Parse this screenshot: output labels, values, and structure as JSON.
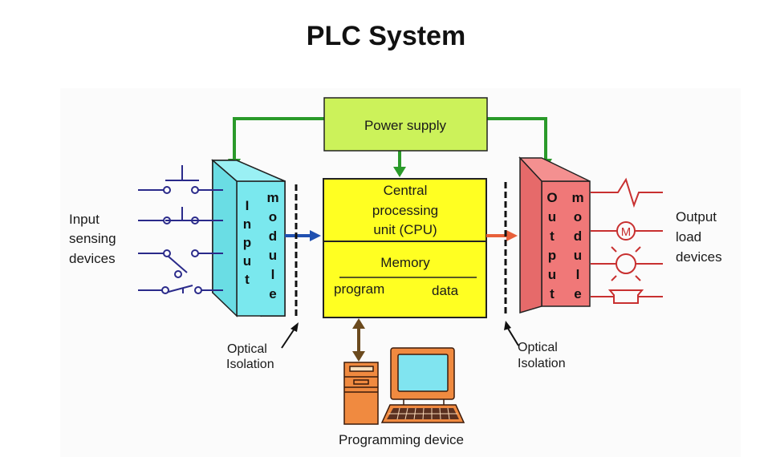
{
  "title": "PLC System",
  "power_supply": {
    "label": "Power supply"
  },
  "cpu": {
    "lines": [
      "Central",
      "processing",
      "unit (CPU)"
    ]
  },
  "memory": {
    "label": "Memory",
    "program_label": "program",
    "data_label": "data"
  },
  "input_module": {
    "col1": [
      "I",
      "n",
      "p",
      "u",
      "t"
    ],
    "col2": [
      "m",
      "o",
      "d",
      "u",
      "l",
      "e"
    ]
  },
  "output_module": {
    "col1": [
      "O",
      "u",
      "t",
      "p",
      "u",
      "t"
    ],
    "col2": [
      "m",
      "o",
      "d",
      "u",
      "l",
      "e"
    ]
  },
  "input_devices": {
    "lines": [
      "Input",
      "sensing",
      "devices"
    ]
  },
  "output_devices": {
    "lines": [
      "Output",
      "load",
      "devices"
    ],
    "motor_symbol": "M"
  },
  "optical_isolation_left": {
    "lines": [
      "Optical",
      "Isolation"
    ]
  },
  "optical_isolation_right": {
    "lines": [
      "Optical",
      "Isolation"
    ]
  },
  "programming_device": {
    "label": "Programming device"
  },
  "colors": {
    "power_supply": "#ccf25a",
    "cpu": "#ffff22",
    "input_module": "#7ae8ee",
    "output_module": "#f07878",
    "power_line": "#2a9a2a",
    "input_arrow": "#2050b0",
    "output_arrow": "#e8603a",
    "prog_arrow": "#6b4a1e",
    "switch_color": "#2a2a8a",
    "load_color": "#c83030",
    "computer": "#f08a40",
    "screen": "#80e4f0"
  }
}
